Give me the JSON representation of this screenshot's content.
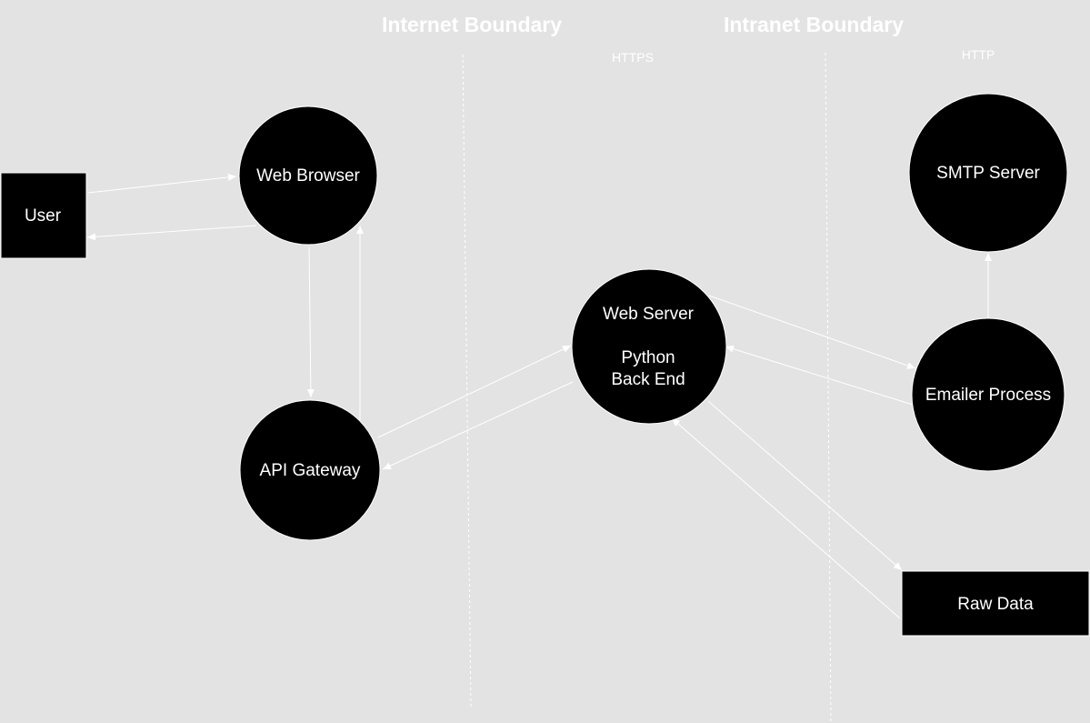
{
  "colors": {
    "background": "#e3e3e3",
    "node_fill": "#000000",
    "text": "#ffffff",
    "edge": "#ffffff"
  },
  "boundaries": {
    "internet": {
      "title": "Internet Boundary",
      "protocol": "HTTPS"
    },
    "intranet": {
      "title": "Intranet Boundary",
      "protocol": "HTTP"
    }
  },
  "nodes": {
    "user": {
      "label": "User",
      "shape": "square"
    },
    "web_browser": {
      "label": "Web Browser",
      "shape": "circle"
    },
    "api_gateway": {
      "label": "API Gateway",
      "shape": "circle"
    },
    "web_server": {
      "line1": "Web Server",
      "line2": "Python",
      "line3": "Back End",
      "shape": "circle"
    },
    "smtp_server": {
      "label": "SMTP Server",
      "shape": "circle"
    },
    "emailer_process": {
      "label": "Emailer Process",
      "shape": "circle"
    },
    "raw_data": {
      "label": "Raw Data",
      "shape": "rectangle"
    }
  },
  "edges": [
    {
      "from": "User",
      "to": "Web Browser"
    },
    {
      "from": "Web Browser",
      "to": "User"
    },
    {
      "from": "Web Browser",
      "to": "API Gateway"
    },
    {
      "from": "API Gateway",
      "to": "Web Browser"
    },
    {
      "from": "API Gateway",
      "to": "Web Server"
    },
    {
      "from": "Web Server",
      "to": "API Gateway"
    },
    {
      "from": "Web Server",
      "to": "Emailer Process"
    },
    {
      "from": "Emailer Process",
      "to": "Web Server"
    },
    {
      "from": "Emailer Process",
      "to": "SMTP Server"
    },
    {
      "from": "Web Server",
      "to": "Raw Data"
    },
    {
      "from": "Raw Data",
      "to": "Web Server"
    }
  ]
}
